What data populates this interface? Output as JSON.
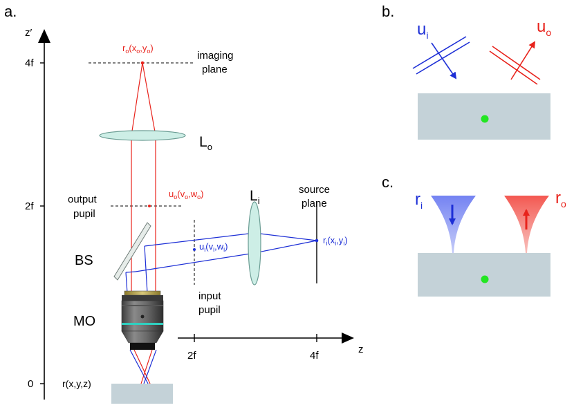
{
  "panels": {
    "a": "a.",
    "b": "b.",
    "c": "c."
  },
  "axes": {
    "zprime": {
      "label": "z",
      "prime": "′",
      "ticks": [
        "4f",
        "2f",
        "0"
      ]
    },
    "z": {
      "label": "z",
      "ticks": [
        "2f",
        "4f"
      ]
    }
  },
  "labels": {
    "ro_main": "r",
    "ro_main_sub": "o",
    "ro_main_rest1": "(x",
    "ro_main_sub2": "o",
    "ro_main_rest2": ",y",
    "ro_main_sub3": "o",
    "ro_main_rest3": ")",
    "imaging_plane_1": "imaging",
    "imaging_plane_2": "plane",
    "Lo": "L",
    "Lo_sub": "o",
    "uo_main": "u",
    "uo_main_sub": "o",
    "uo_rest1": "(v",
    "uo_sub2": "o",
    "uo_rest2": ",w",
    "uo_sub3": "o",
    "uo_rest3": ")",
    "output_pupil_1": "output",
    "output_pupil_2": "pupil",
    "Li": "L",
    "Li_sub": "i",
    "source_plane_1": "source",
    "source_plane_2": "plane",
    "ri_main": "r",
    "ri_main_sub": "i",
    "ri_rest1": "(x",
    "ri_sub2": "i",
    "ri_rest2": ",y",
    "ri_sub3": "i",
    "ri_rest3": ")",
    "ui_main": "u",
    "ui_main_sub": "i",
    "ui_rest1": "(v",
    "ui_sub2": "i",
    "ui_rest2": ",w",
    "ui_sub3": "i",
    "ui_rest3": ")",
    "BS": "BS",
    "input_pupil_1": "input",
    "input_pupil_2": "pupil",
    "MO": "MO",
    "r_sample": "r(x,y,z)",
    "b_ui": "u",
    "b_ui_sub": "i",
    "b_uo": "u",
    "b_uo_sub": "o",
    "c_ri": "r",
    "c_ri_sub": "i",
    "c_ro": "r",
    "c_ro_sub": "o"
  },
  "colors": {
    "red": "#e8231c",
    "blue": "#1d2fd6",
    "lens_fill": "#cdeee6",
    "lens_stroke": "#6a9c93",
    "sample": "#c4d2d8",
    "green_dot": "#22e622",
    "black": "#000000"
  }
}
